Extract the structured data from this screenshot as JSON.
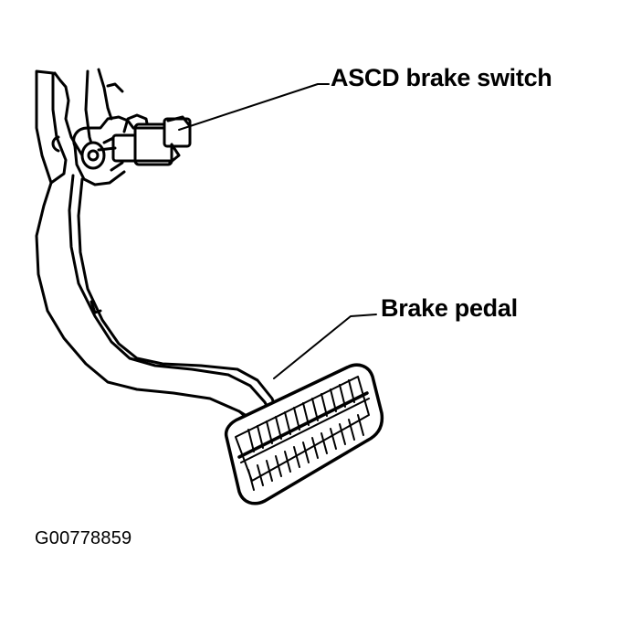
{
  "callouts": {
    "brake_switch": "ASCD brake switch",
    "brake_pedal": "Brake pedal"
  },
  "figure_id": "G00778859",
  "icons": [
    "brake-switch-illustration",
    "brake-pedal-illustration",
    "bracket-illustration"
  ]
}
